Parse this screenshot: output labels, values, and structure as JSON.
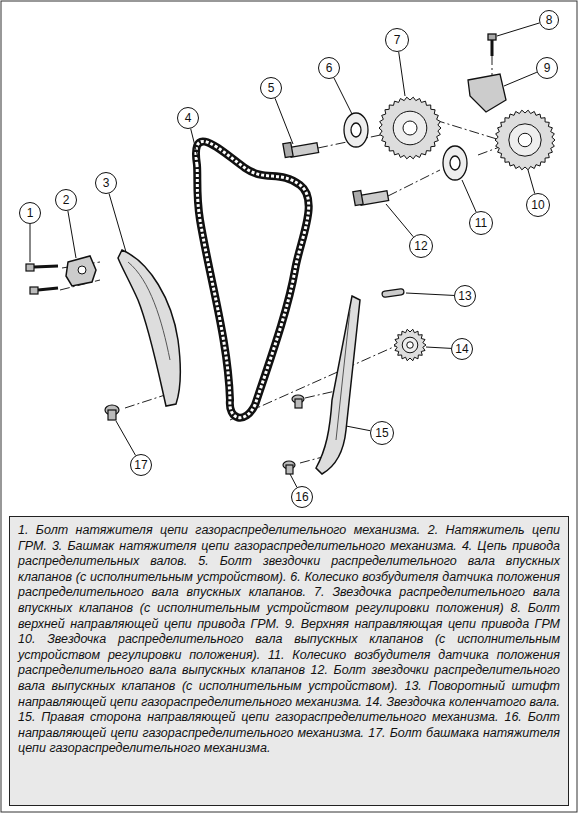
{
  "diagram": {
    "caption": "1. Болт натяжителя цепи газораспределительного механизма. 2. Натяжитель цепи ГРМ. 3. Башмак натяжителя цепи газораспределительного механизма. 4. Цепь привода распределительных валов. 5. Болт звездочки распредели­тельного вала впускных клапанов (с исполнительным устройством). 6. Ко­лесико возбудителя датчика положения распределительного вала впускных клапанов. 7. Звездочка распределительного вала впускных клапанов (с ис­полнительным устройством регулировки положения) 8. Болт верхней на­правляющей цепи привода ГРМ. 9. Верхняя направляющая цепи привода ГРМ 10. Звездочка распределительного вала выпускных клапанов (с исполнительным устройством регулировки положения). 11. Колесико возбудителя датчика положения распределительного вала выпускных клапанов 12. Болт звездоч­ки распределительного вала выпускных клапанов (с исполнительным устрой­ством). 13. Поворотный штифт направляющей цепи газораспределительного механизма. 14. Звездочка коленчатого вала. 15. Правая сторона направляю­щей цепи газораспределительного механизма. 16. Болт направляющей цепи газораспределительного механизма. 17. Болт башмака натяжителя цепи газо­распределительного механизма.",
    "nodes": [
      {
        "text": [
          "1"
        ]
      },
      {
        "text": [
          "2"
        ]
      },
      {
        "text": [
          "3"
        ]
      },
      {
        "text": [
          "4"
        ]
      },
      {
        "text": [
          "5"
        ]
      },
      {
        "text": [
          "6"
        ]
      },
      {
        "text": [
          "7"
        ]
      },
      {
        "text": [
          "8"
        ]
      },
      {
        "text": [
          "9"
        ]
      },
      {
        "text": [
          "10"
        ]
      },
      {
        "text": [
          "11"
        ]
      },
      {
        "text": [
          "12"
        ]
      },
      {
        "text": [
          "13"
        ]
      },
      {
        "text": [
          "14"
        ]
      },
      {
        "text": [
          "15"
        ]
      },
      {
        "text": [
          "16"
        ]
      },
      {
        "text": [
          "17"
        ]
      }
    ]
  }
}
